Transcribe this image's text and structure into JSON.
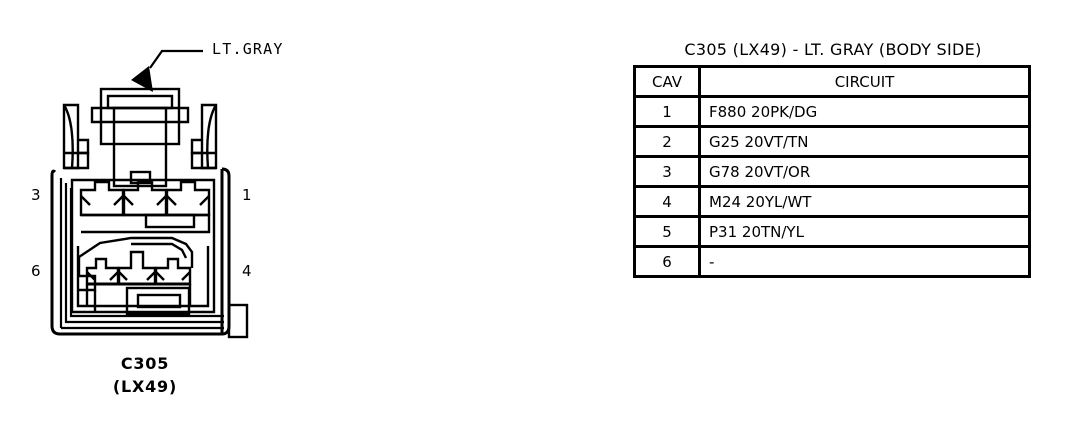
{
  "figure": {
    "callout_label": "LT.GRAY",
    "caption_line1": "C305",
    "caption_line2": "(LX49)",
    "cavity_numbers": {
      "top_left": "3",
      "top_right": "1",
      "bottom_left": "6",
      "bottom_right": "4"
    }
  },
  "table": {
    "title": "C305 (LX49) - LT. GRAY (BODY SIDE)",
    "headers": {
      "cav": "CAV",
      "circuit": "CIRCUIT"
    },
    "rows": [
      {
        "cav": "1",
        "circuit": "F880 20PK/DG"
      },
      {
        "cav": "2",
        "circuit": "G25 20VT/TN"
      },
      {
        "cav": "3",
        "circuit": "G78 20VT/OR"
      },
      {
        "cav": "4",
        "circuit": "M24 20YL/WT"
      },
      {
        "cav": "5",
        "circuit": "P31 20TN/YL"
      },
      {
        "cav": "6",
        "circuit": "-"
      }
    ]
  },
  "colors": {
    "line": "#000000",
    "background": "#ffffff"
  }
}
